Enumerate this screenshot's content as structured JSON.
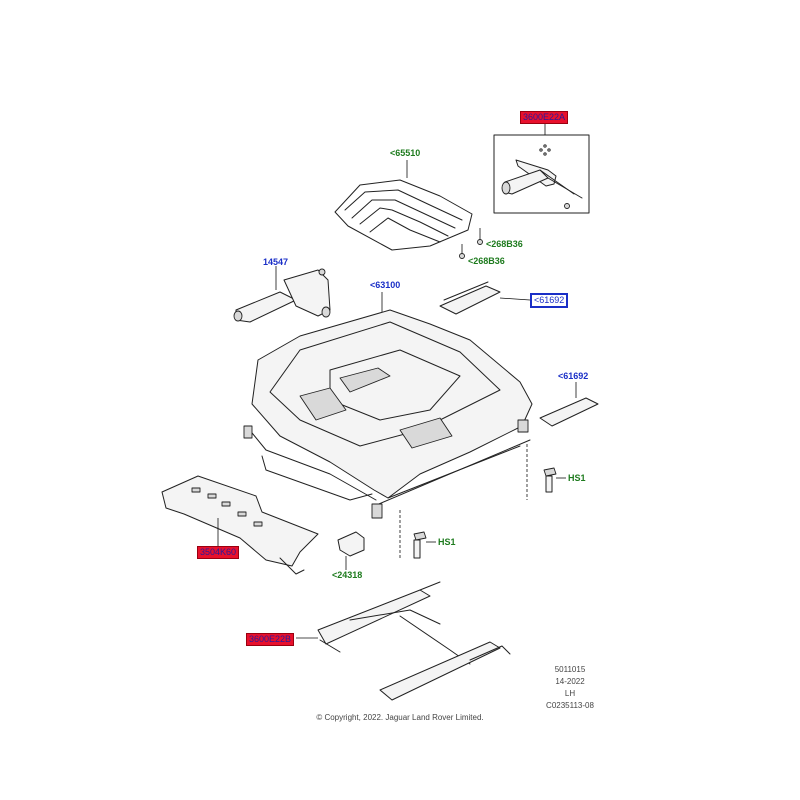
{
  "callouts": {
    "c_3600e22a": "3600E22A",
    "c_65510": "<65510",
    "c_268b36_a": "<268B36",
    "c_268b36_b": "<268B36",
    "c_14547": "14547",
    "c_63100": "<63100",
    "c_61692_box": "<61692",
    "c_61692": "<61692",
    "c_hs1_right": "HS1",
    "c_hs1_mid": "HS1",
    "c_3504k60": "3504K60",
    "c_24318": "<24318",
    "c_3600e22b": "3600E22B"
  },
  "meta": {
    "code": "5011015",
    "date": "14-2022",
    "side": "LH",
    "ref": "C0235113-08"
  },
  "copyright": "© Copyright, 2022. Jaguar Land Rover Limited.",
  "colors": {
    "part_new_green": "#1e7b1e",
    "part_blue": "#1a2fc7",
    "highlight_red": "#e8102c",
    "line": "#222222"
  }
}
